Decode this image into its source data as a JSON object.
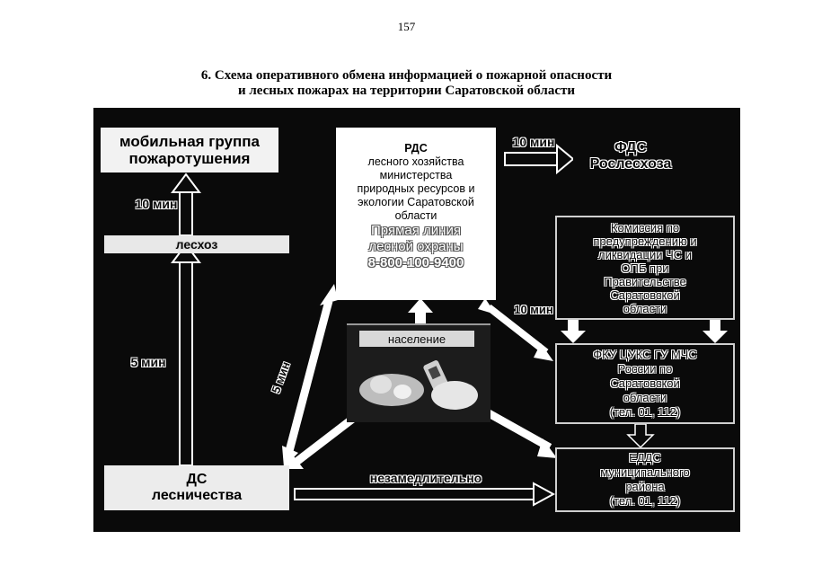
{
  "page_number": "157",
  "title_line1": "6. Схема оперативного обмена информацией о пожарной опасности",
  "title_line2": "и лесных пожарах на территории Саратовской области",
  "mobile_group": {
    "line1": "мобильная группа",
    "line2": "пожаротушения"
  },
  "leskhoz": "лесхоз",
  "ds": {
    "line1": "ДС",
    "line2": "лесничества"
  },
  "rds": {
    "line1": "РДС",
    "line2": "лесного хозяйства",
    "line3": "министерства",
    "line4": "природных ресурсов и",
    "line5": "экологии Саратовской",
    "line6": "области"
  },
  "hotline": {
    "line1": "Прямая линия",
    "line2": "лесной охраны",
    "phone": "8-800-100-9400"
  },
  "fds": {
    "line1": "ФДС",
    "line2": "Рослесхоза"
  },
  "commission": {
    "line1": "Комиссия по",
    "line2": "предупреждению и",
    "line3": "ликвидации ЧС и",
    "line4": "ОПБ при",
    "line5": "Правительстве",
    "line6": "Саратовской",
    "line7": "области"
  },
  "fku": {
    "line1": "ФКУ ЦУКС ГУ МЧС",
    "line2": "России по",
    "line3": "Саратовской",
    "line4": "области",
    "line5": "(тел. 01, 112)"
  },
  "edds": {
    "line1": "ЕДДС",
    "line2": "муниципального",
    "line3": "района",
    "line4": "(тел. 01, 112)"
  },
  "population": "население",
  "arrow_labels": {
    "ten_min_left": "10 мин",
    "five_min_left": "5 мин",
    "five_min_diag": "5 мин",
    "ten_min_top": "10 мин",
    "ten_min_right": "10 мин",
    "immediately": "незамедлительно"
  }
}
